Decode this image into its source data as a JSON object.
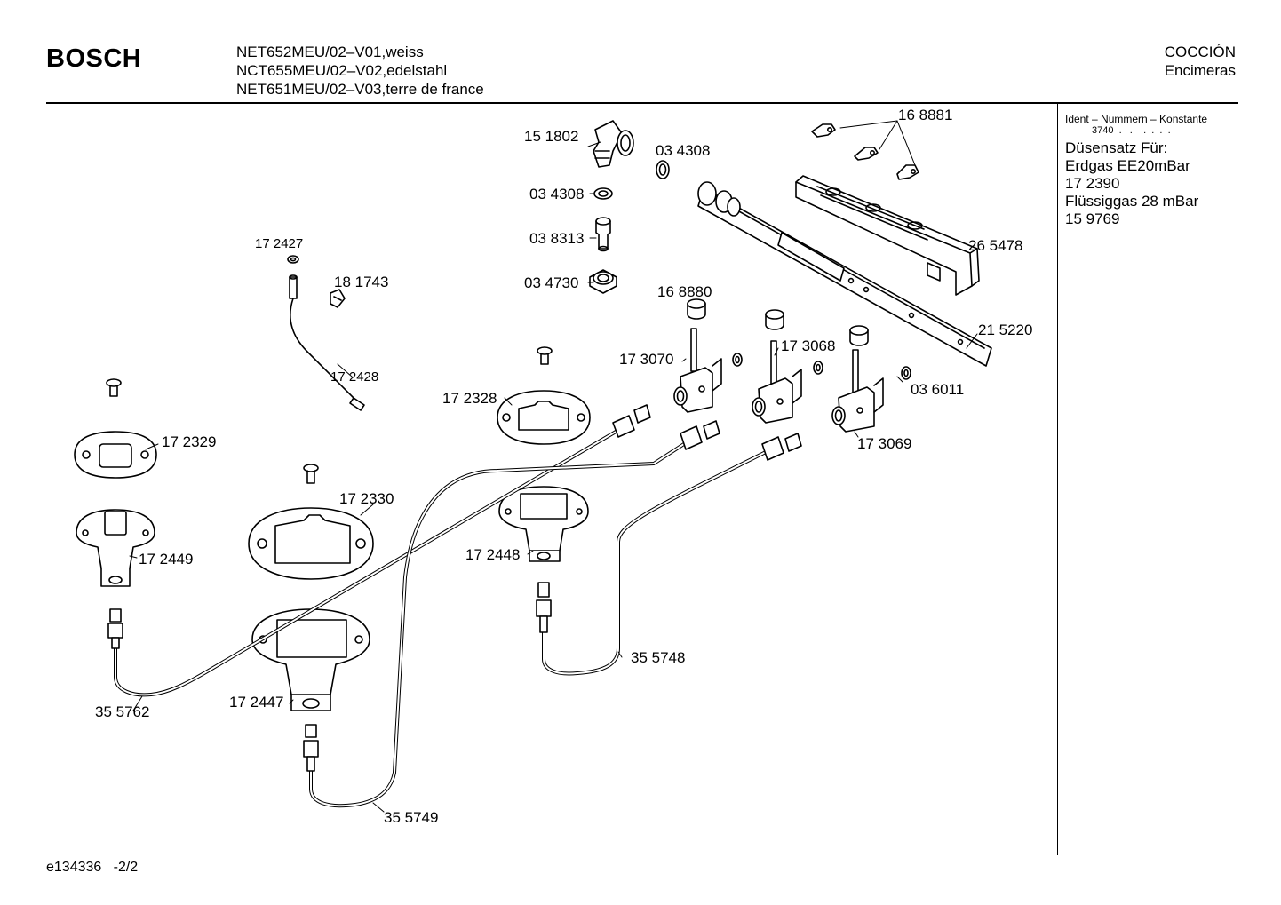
{
  "header": {
    "brand": "BOSCH",
    "models": [
      "NET652MEU/02–V01,weiss",
      "NCT655MEU/02–V02,edelstahl",
      "NET651MEU/02–V03,terre de france"
    ],
    "category": [
      "COCCIÓN",
      "Encimeras"
    ]
  },
  "sidebar": {
    "ident_label": "Ident – Nummern – Konstante",
    "constant": "3740  .   .    .  .  .  .",
    "lines": [
      "Düsensatz Für:",
      "Erdgas EE20mBar",
      "17 2390",
      "Flüssiggas 28 mBar",
      "15 9769"
    ]
  },
  "footer": {
    "doc_code": "e134336   -2/2"
  },
  "parts": [
    {
      "id": "168881",
      "label": "16 8881"
    },
    {
      "id": "151802",
      "label": "15 1802"
    },
    {
      "id": "034308a",
      "label": "03 4308"
    },
    {
      "id": "034308b",
      "label": "03 4308"
    },
    {
      "id": "038313",
      "label": "03 8313"
    },
    {
      "id": "034730",
      "label": "03 4730"
    },
    {
      "id": "265478",
      "label": "26 5478"
    },
    {
      "id": "172427",
      "label": "17 2427"
    },
    {
      "id": "181743",
      "label": "18 1743"
    },
    {
      "id": "168880",
      "label": "16 8880"
    },
    {
      "id": "215220",
      "label": "21 5220"
    },
    {
      "id": "173070",
      "label": "17 3070"
    },
    {
      "id": "173068",
      "label": "17 3068"
    },
    {
      "id": "172428",
      "label": "17 2428"
    },
    {
      "id": "036011",
      "label": "03 6011"
    },
    {
      "id": "172328",
      "label": "17 2328"
    },
    {
      "id": "173069",
      "label": "17 3069"
    },
    {
      "id": "172329",
      "label": "17 2329"
    },
    {
      "id": "172330",
      "label": "17 2330"
    },
    {
      "id": "172448",
      "label": "17 2448"
    },
    {
      "id": "172449",
      "label": "17 2449"
    },
    {
      "id": "355748",
      "label": "35 5748"
    },
    {
      "id": "172447",
      "label": "17 2447"
    },
    {
      "id": "355762",
      "label": "35 5762"
    },
    {
      "id": "355749",
      "label": "35 5749"
    }
  ]
}
